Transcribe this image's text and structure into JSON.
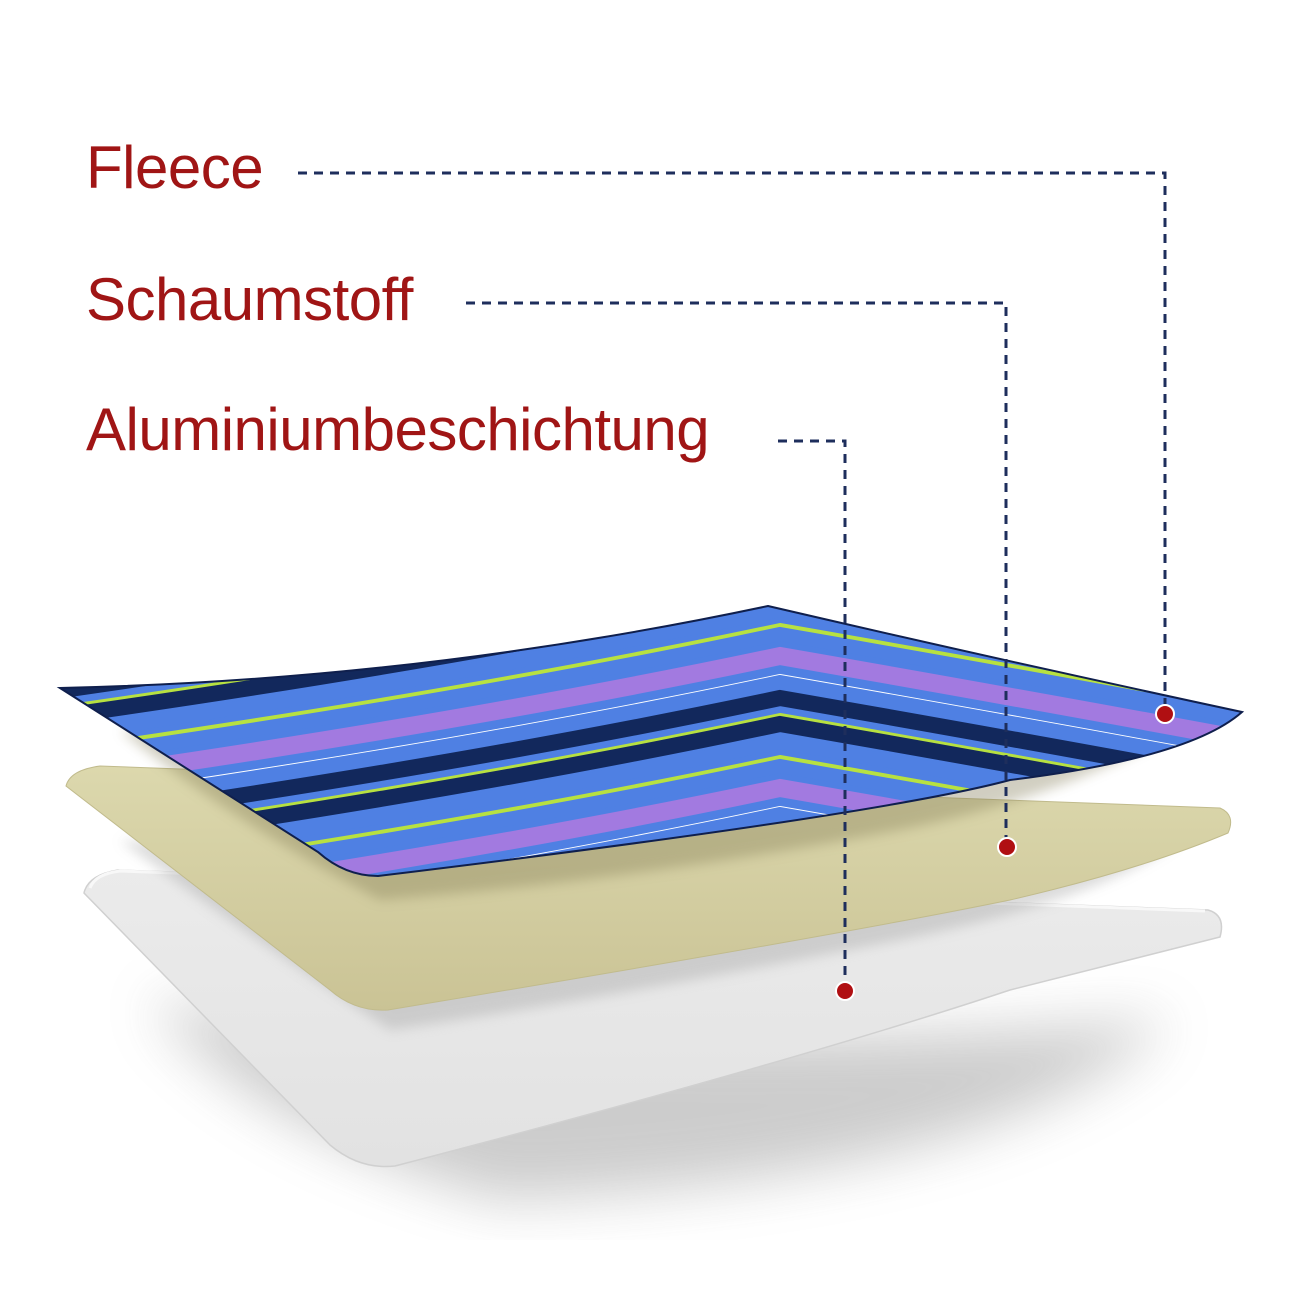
{
  "layers": [
    {
      "id": "fleece",
      "label": "Fleece"
    },
    {
      "id": "schaumstoff",
      "label": "Schaumstoff"
    },
    {
      "id": "aluminium",
      "label": "Aluminiumbeschichtung"
    }
  ],
  "colors": {
    "label_text": "#a01515",
    "leader_line": "#1e2e5c",
    "marker_dot": "#b00f12",
    "foam": "#d3cea1",
    "aluminium": "#e6e6e6",
    "stripe_navy": "#12285c",
    "stripe_blue": "#4f80e3",
    "stripe_lime": "#b7e141",
    "stripe_violet": "#a27ae0",
    "stripe_white": "#ffffff"
  },
  "stripe_pattern": [
    "navy",
    "blue",
    "lime",
    "blue",
    "white",
    "violet",
    "white",
    "blue",
    "navy",
    "lime"
  ]
}
